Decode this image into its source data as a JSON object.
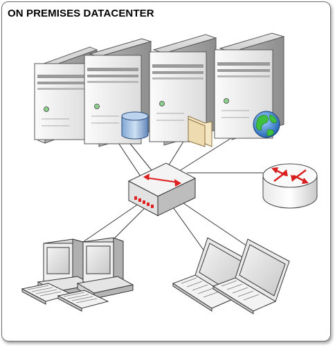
{
  "diagram": {
    "title": "ON PREMISES DATACENTER",
    "nodes": [
      {
        "id": "server-1",
        "kind": "server",
        "icon": "server-icon"
      },
      {
        "id": "server-database",
        "kind": "server",
        "icon": "database-icon"
      },
      {
        "id": "server-file",
        "kind": "server",
        "icon": "folder-icon"
      },
      {
        "id": "server-web",
        "kind": "server",
        "icon": "globe-icon"
      },
      {
        "id": "network-switch",
        "kind": "switch",
        "icon": "switch-icon"
      },
      {
        "id": "router",
        "kind": "router",
        "icon": "router-icon"
      },
      {
        "id": "desktop-1",
        "kind": "desktop",
        "icon": "desktop-computer-icon"
      },
      {
        "id": "desktop-2",
        "kind": "desktop",
        "icon": "desktop-computer-icon"
      },
      {
        "id": "laptop-1",
        "kind": "laptop",
        "icon": "laptop-icon"
      },
      {
        "id": "laptop-2",
        "kind": "laptop",
        "icon": "laptop-icon"
      }
    ],
    "links": [
      {
        "from": "network-switch",
        "to": "server-1"
      },
      {
        "from": "network-switch",
        "to": "server-database"
      },
      {
        "from": "network-switch",
        "to": "server-file"
      },
      {
        "from": "network-switch",
        "to": "server-web"
      },
      {
        "from": "network-switch",
        "to": "router"
      },
      {
        "from": "network-switch",
        "to": "desktop-1"
      },
      {
        "from": "network-switch",
        "to": "desktop-2"
      },
      {
        "from": "network-switch",
        "to": "laptop-1"
      },
      {
        "from": "network-switch",
        "to": "laptop-2"
      }
    ],
    "colors": {
      "server_body": "#f2f2f2",
      "server_shade": "#a9a9a9",
      "switch_accent": "#e02020",
      "router_accent": "#d81e1e",
      "screen": "#dcdcdc",
      "link": "#333333"
    }
  }
}
